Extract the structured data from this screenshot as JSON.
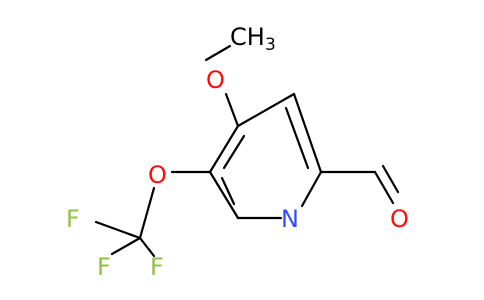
{
  "molecule": {
    "atoms": {
      "methoxy_o": "O",
      "methyl": "CH",
      "methyl_sub": "3",
      "ring_n": "N",
      "ether_o": "O",
      "aldehyde_o": "O",
      "f1": "F",
      "f2": "F",
      "f3": "F"
    },
    "colors": {
      "carbon": "#000000",
      "oxygen": "#ff0d0d",
      "nitrogen": "#3050f8",
      "fluorine": "#90c048"
    }
  }
}
